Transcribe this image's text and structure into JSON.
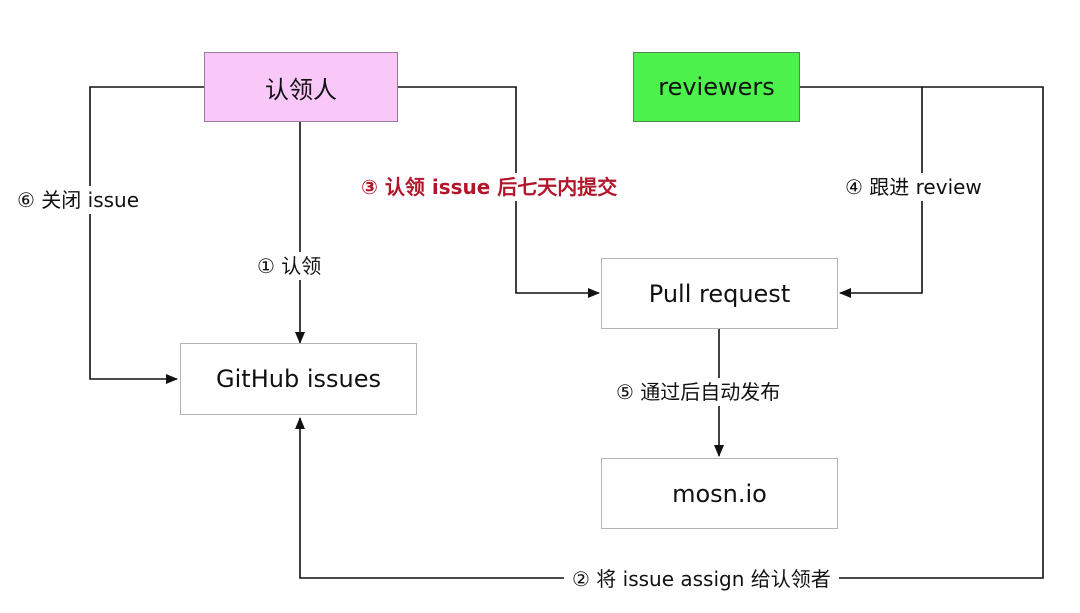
{
  "nodes": {
    "claimer": "认领人",
    "reviewers": "reviewers",
    "issues": "GitHub issues",
    "pull_request": "Pull request",
    "site": "mosn.io"
  },
  "edges": {
    "claim": "① 认领",
    "assign": "② 将 issue assign 给认领者",
    "submit": "③ 认领 issue 后七天内提交",
    "review": "④ 跟进 review",
    "publish": "⑤ 通过后自动发布",
    "close": "⑥ 关闭 issue"
  },
  "colors": {
    "claimer_fill": "#f9c8f9",
    "reviewers_fill": "#4cf14c",
    "highlight_text": "#b3162a",
    "line": "#111111"
  }
}
